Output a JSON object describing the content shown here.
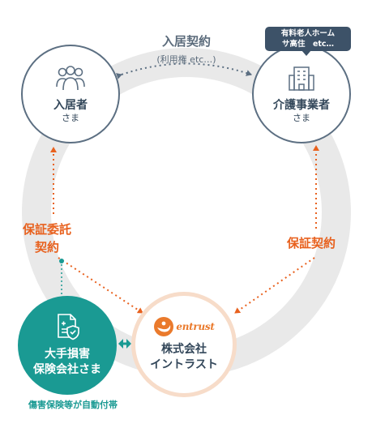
{
  "contract_top": {
    "label": "入居契約",
    "sub": "(利用権 etc…)"
  },
  "resident": {
    "name": "入居者",
    "honorific": "さま",
    "icon": "people-icon"
  },
  "care_provider": {
    "name": "介護事業者",
    "honorific": "さま",
    "icon": "building-icon",
    "callout_line1": "有料老人ホーム",
    "callout_line2": "サ高住　etc…"
  },
  "guarantee_trust": {
    "line1": "保証委託",
    "line2": "契約"
  },
  "guarantee_contract": {
    "label": "保証契約"
  },
  "entrust": {
    "logo_text": "entrust",
    "line1": "株式会社",
    "line2": "イントラスト"
  },
  "insurance": {
    "line1": "大手損害",
    "line2": "保険会社さま",
    "icon": "insurance-document-icon",
    "footnote": "傷害保険等が自動付帯"
  },
  "colors": {
    "ring": "#e9e9e9",
    "teal": "#1a9a93",
    "orange": "#e8611e",
    "navy": "#3d5268",
    "node_border": "#5c6f82"
  }
}
